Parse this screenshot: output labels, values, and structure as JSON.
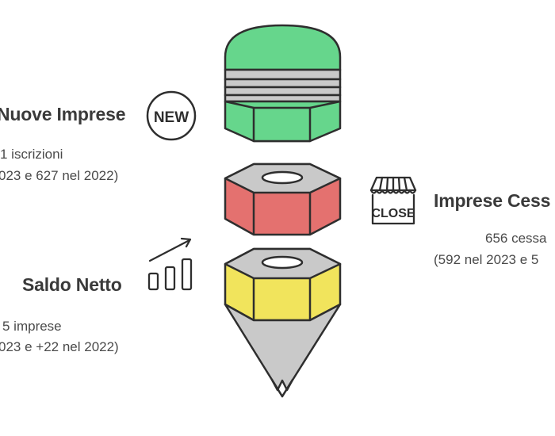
{
  "left_top": {
    "title": "Nuove Imprese",
    "line1": "1 iscrizioni",
    "line2": "023 e 627 nel 2022)",
    "icon": "new-badge-icon",
    "badge_text": "NEW"
  },
  "right_mid": {
    "title": "Imprese Cess",
    "line1": "656 cessa",
    "line2": "(592 nel 2023 e 5",
    "icon": "store-close-icon",
    "badge_text": "CLOSE"
  },
  "left_bottom": {
    "title": "Saldo Netto",
    "line1": "5 imprese",
    "line2": "023 e +22 nel 2022)",
    "icon": "bar-chart-trend-icon"
  },
  "colors": {
    "green": "#66d68c",
    "red": "#e4716f",
    "yellow": "#f1e45c",
    "gray": "#c9c9c9",
    "outline": "#2e2e2e"
  }
}
